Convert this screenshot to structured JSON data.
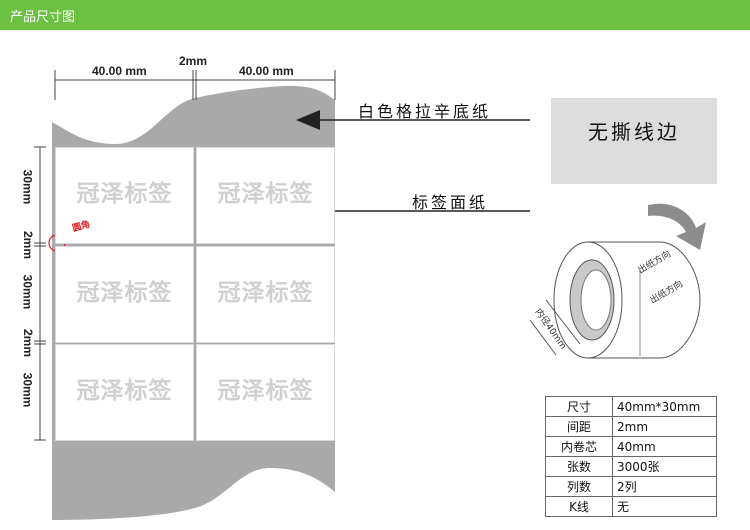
{
  "header": {
    "title": "产品尺寸图"
  },
  "dimensions": {
    "label_width": "40.00 mm",
    "gap": "2mm",
    "label_height": "30mm"
  },
  "watermark": "冠泽标签",
  "corner_tag": "圆角",
  "callouts": {
    "liner": "白色格拉辛底纸",
    "face": "标签面纸"
  },
  "card": {
    "title": "无撕线边"
  },
  "roll": {
    "direction_text": "出纸方向",
    "core_size": "内径40mm"
  },
  "specs": [
    {
      "key": "尺寸",
      "value": "40mm*30mm"
    },
    {
      "key": "间距",
      "value": "2mm"
    },
    {
      "key": "内卷芯",
      "value": "40mm"
    },
    {
      "key": "张数",
      "value": "3000张"
    },
    {
      "key": "列数",
      "value": "2列"
    },
    {
      "key": "K线",
      "value": "无"
    }
  ],
  "colors": {
    "header": "#6cc142",
    "liner": "#a9a9a9",
    "arrow": "#222222",
    "corner": "#e02020"
  }
}
